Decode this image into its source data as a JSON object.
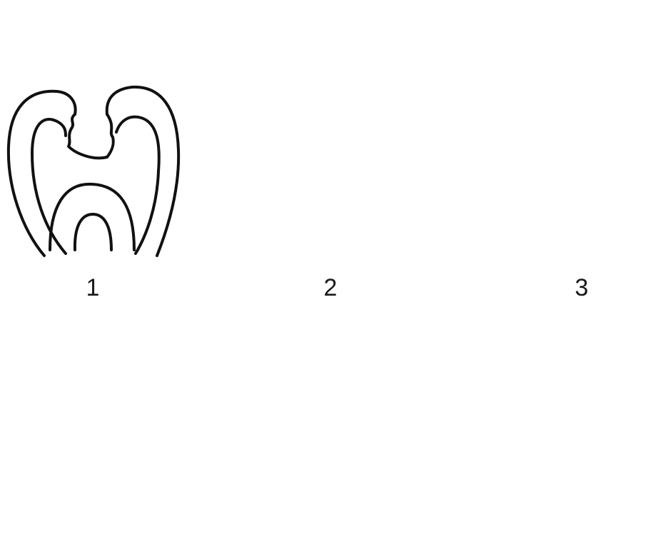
{
  "figure": {
    "panels": [
      {
        "id": "panel-1",
        "label": "1"
      },
      {
        "id": "panel-2",
        "label": "2"
      },
      {
        "id": "panel-3",
        "label": "3"
      },
      {
        "id": "panel-4",
        "label": ""
      },
      {
        "id": "panel-5",
        "label": ""
      },
      {
        "id": "panel-6",
        "label": ""
      }
    ]
  }
}
